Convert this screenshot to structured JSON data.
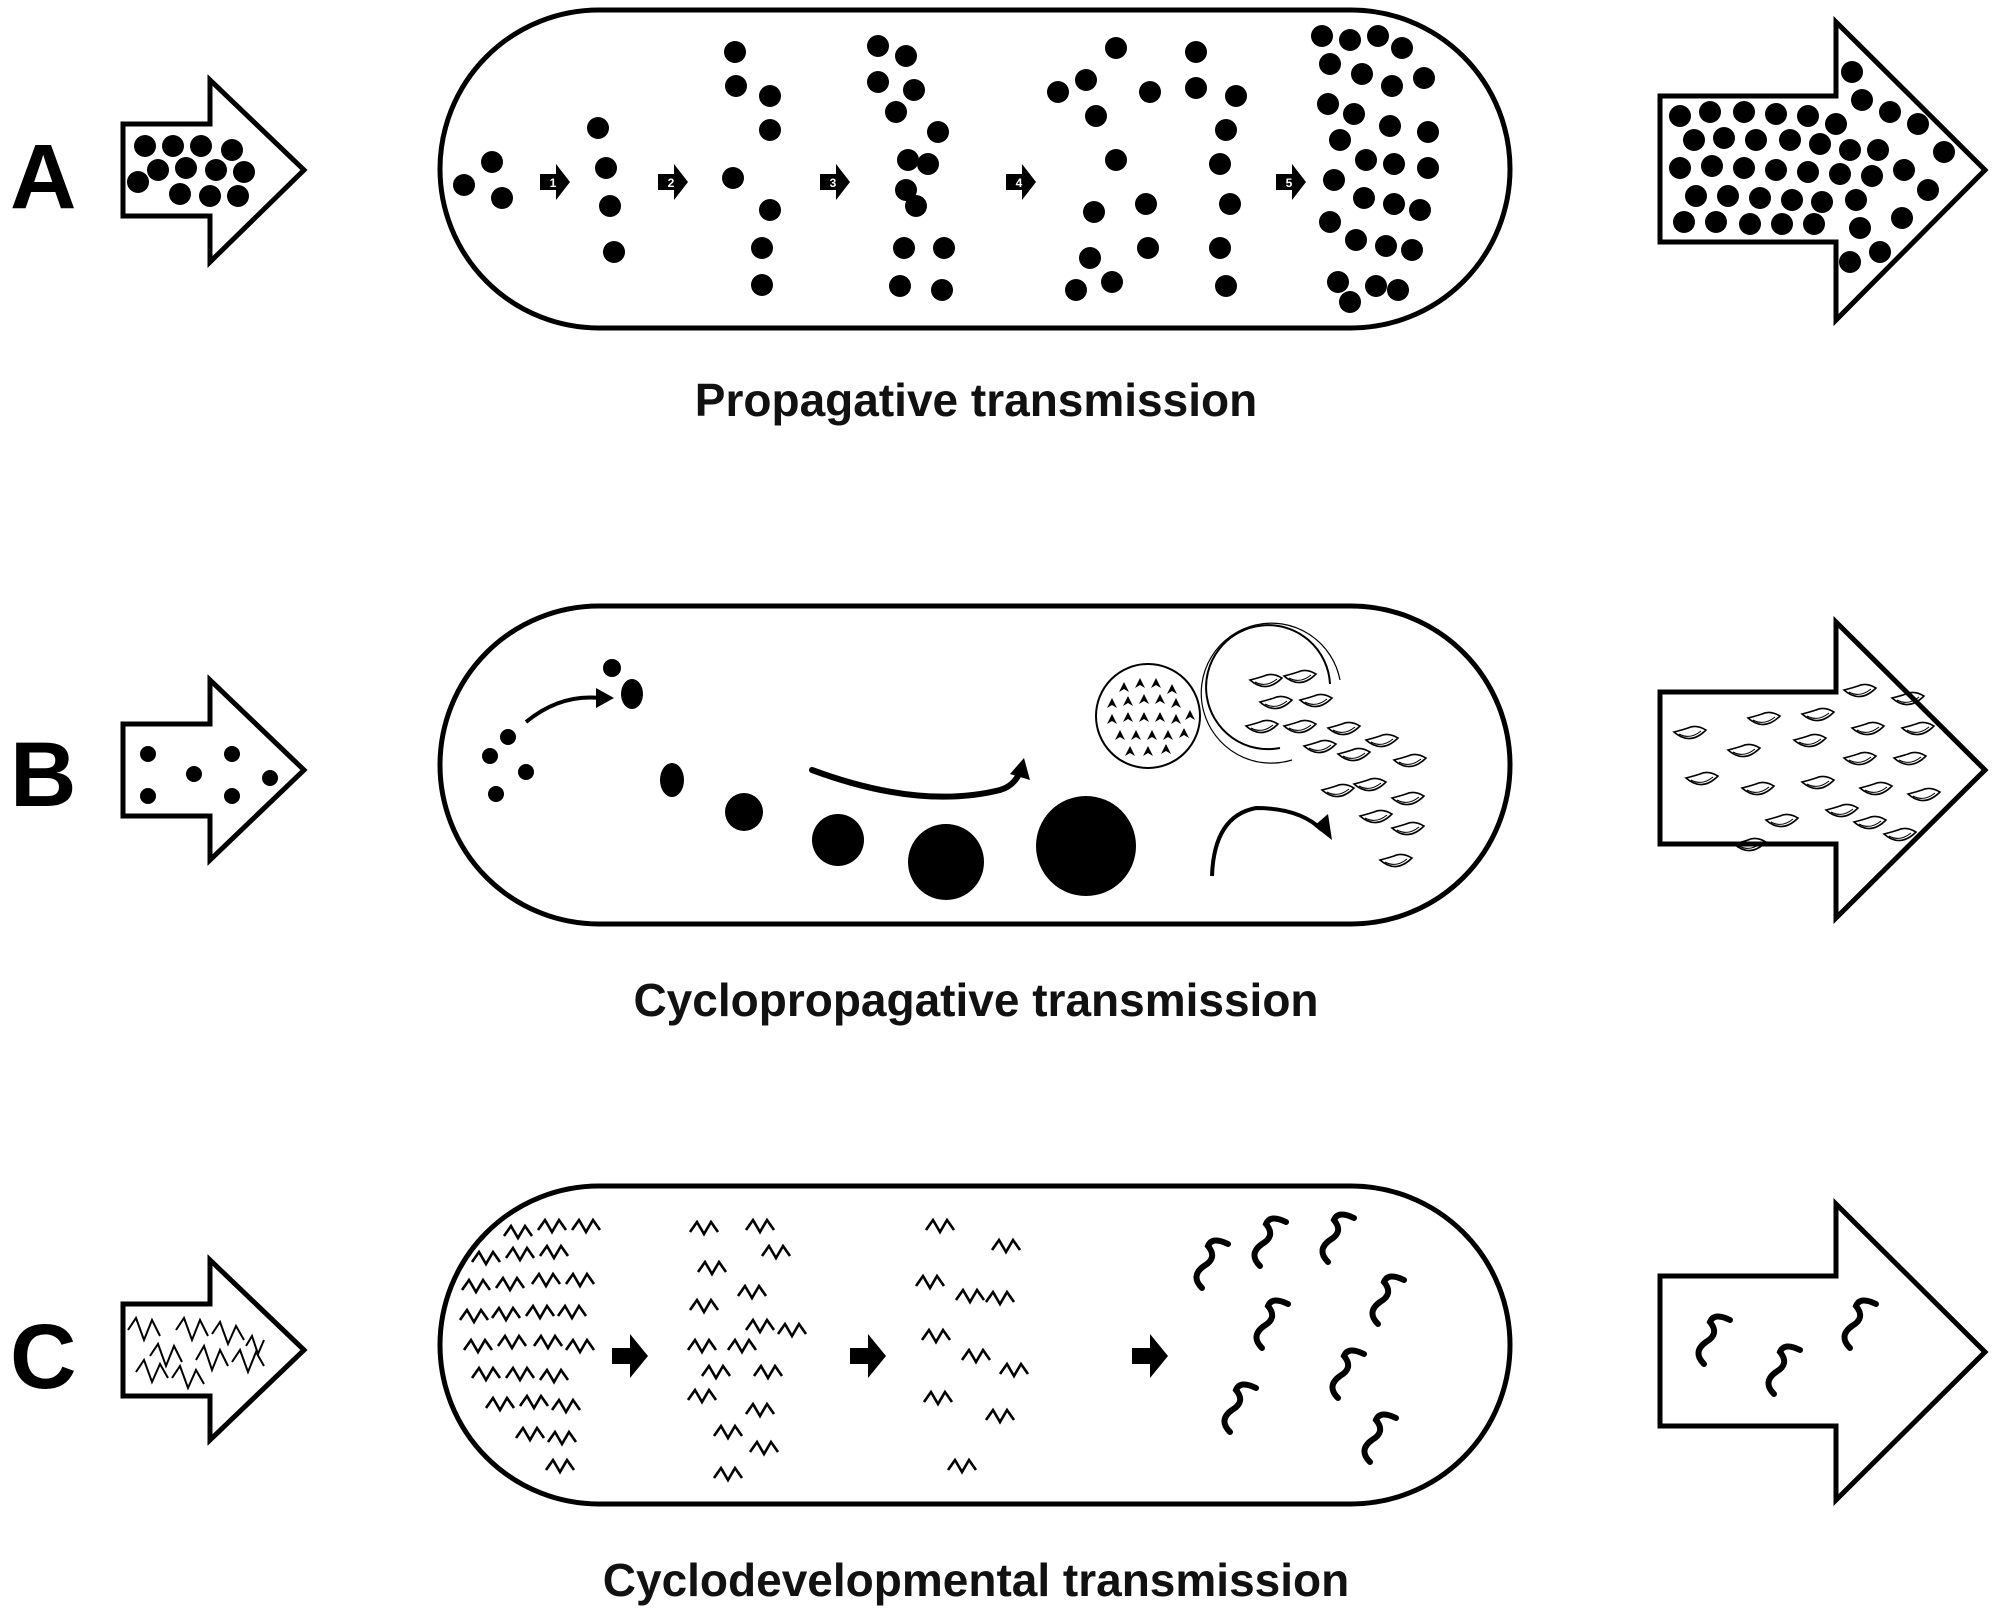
{
  "rows": [
    {
      "letter": "A",
      "caption": "Propagative transmission",
      "steps": [
        "1",
        "2",
        "3",
        "4",
        "5"
      ]
    },
    {
      "letter": "B",
      "caption": "Cyclopropagative transmission"
    },
    {
      "letter": "C",
      "caption": "Cyclodevelopmental transmission"
    }
  ],
  "colors": {
    "ink": "#000000",
    "background": "#ffffff"
  }
}
